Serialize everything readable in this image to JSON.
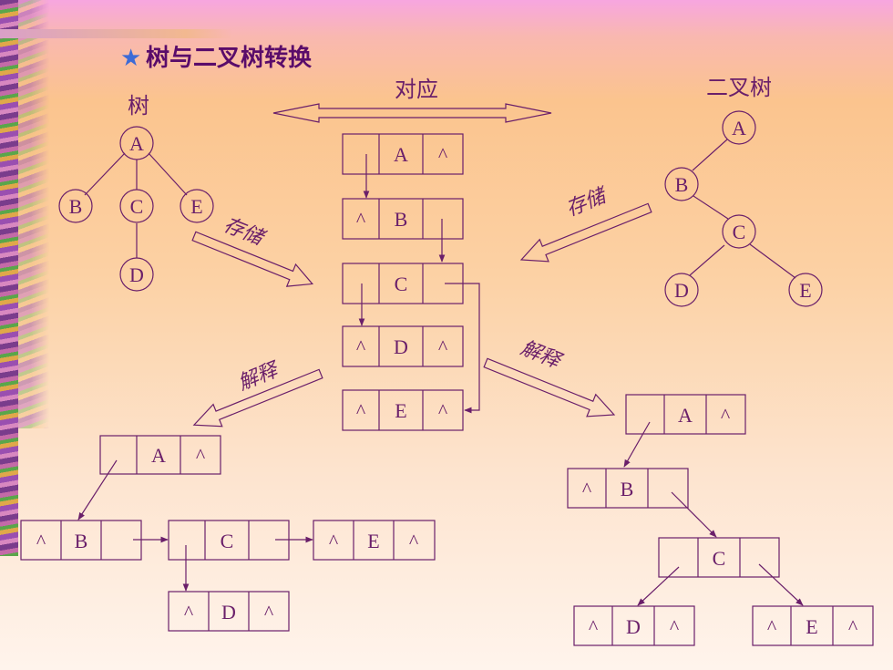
{
  "title": "树与二叉树转换",
  "title_star": "★",
  "labels": {
    "tree": "树",
    "binary_tree": "二叉树",
    "correspond": "对应",
    "store_left": "存储",
    "store_right": "存储",
    "explain_left": "解释",
    "explain_right": "解释"
  },
  "tree_nodes": {
    "a": "A",
    "b": "B",
    "c": "C",
    "e": "E",
    "d": "D"
  },
  "binary_tree_nodes": {
    "a": "A",
    "b": "B",
    "c": "C",
    "d": "D",
    "e": "E"
  },
  "center_records": [
    {
      "left": "",
      "data": "A",
      "right": "^"
    },
    {
      "left": "^",
      "data": "B",
      "right": ""
    },
    {
      "left": "",
      "data": "C",
      "right": ""
    },
    {
      "left": "^",
      "data": "D",
      "right": "^"
    },
    {
      "left": "^",
      "data": "E",
      "right": "^"
    }
  ],
  "left_records": {
    "a": {
      "left": "",
      "data": "A",
      "right": "^"
    },
    "b": {
      "left": "^",
      "data": "B",
      "right": ""
    },
    "c": {
      "left": "",
      "data": "C",
      "right": ""
    },
    "e": {
      "left": "^",
      "data": "E",
      "right": "^"
    },
    "d": {
      "left": "^",
      "data": "D",
      "right": "^"
    }
  },
  "right_records": {
    "a": {
      "left": "",
      "data": "A",
      "right": "^"
    },
    "b": {
      "left": "^",
      "data": "B",
      "right": ""
    },
    "c": {
      "left": "",
      "data": "C",
      "right": ""
    },
    "d": {
      "left": "^",
      "data": "D",
      "right": "^"
    },
    "e": {
      "left": "^",
      "data": "E",
      "right": "^"
    }
  },
  "colors": {
    "ink": "#6a1f6a",
    "star": "#3d6bd6",
    "title": "#5a0c6a"
  }
}
